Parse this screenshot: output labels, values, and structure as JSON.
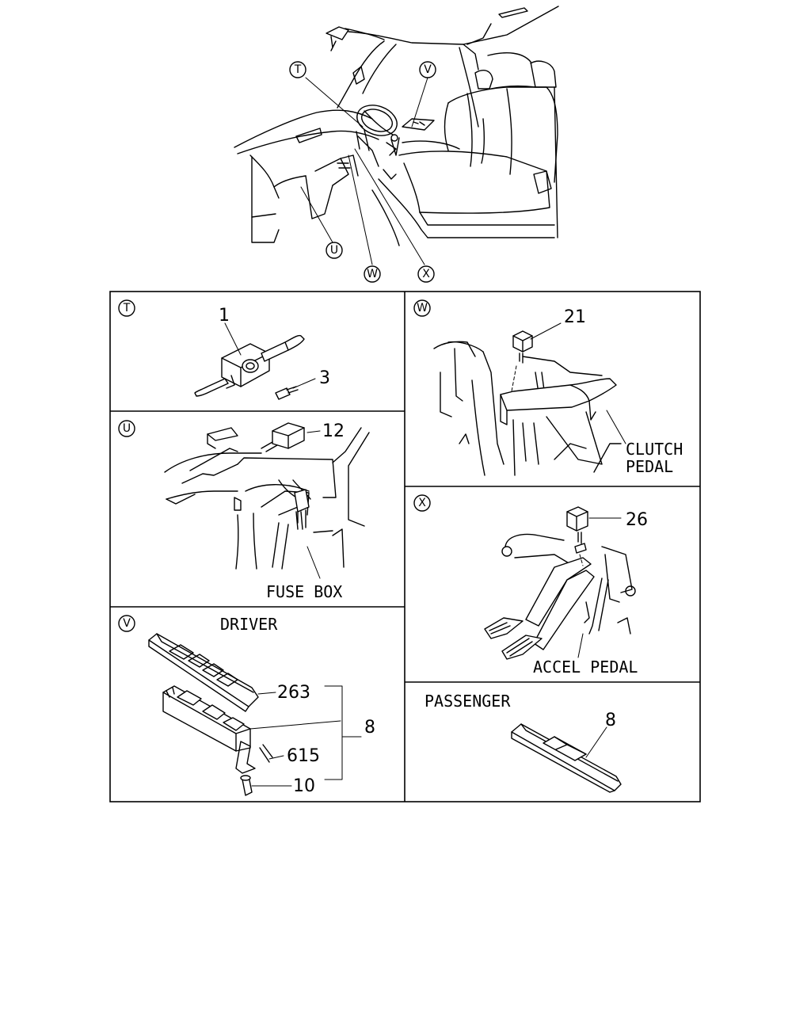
{
  "callouts": {
    "T": "T",
    "U": "U",
    "V": "V",
    "W": "W",
    "X": "X"
  },
  "panels": {
    "T": {
      "id": "T",
      "parts": {
        "p1": "1",
        "p3": "3"
      }
    },
    "U": {
      "id": "U",
      "parts": {
        "p12": "12"
      },
      "label": "FUSE BOX"
    },
    "V": {
      "id": "V",
      "title": "DRIVER",
      "parts": {
        "p263": "263",
        "p8": "8",
        "p615": "615",
        "p10": "10"
      }
    },
    "W": {
      "id": "W",
      "parts": {
        "p21": "21"
      },
      "label_line1": "CLUTCH",
      "label_line2": "PEDAL"
    },
    "X": {
      "id": "X",
      "parts": {
        "p26": "26"
      },
      "label": "ACCEL PEDAL"
    },
    "P": {
      "title": "PASSENGER",
      "parts": {
        "p8": "8"
      }
    }
  }
}
